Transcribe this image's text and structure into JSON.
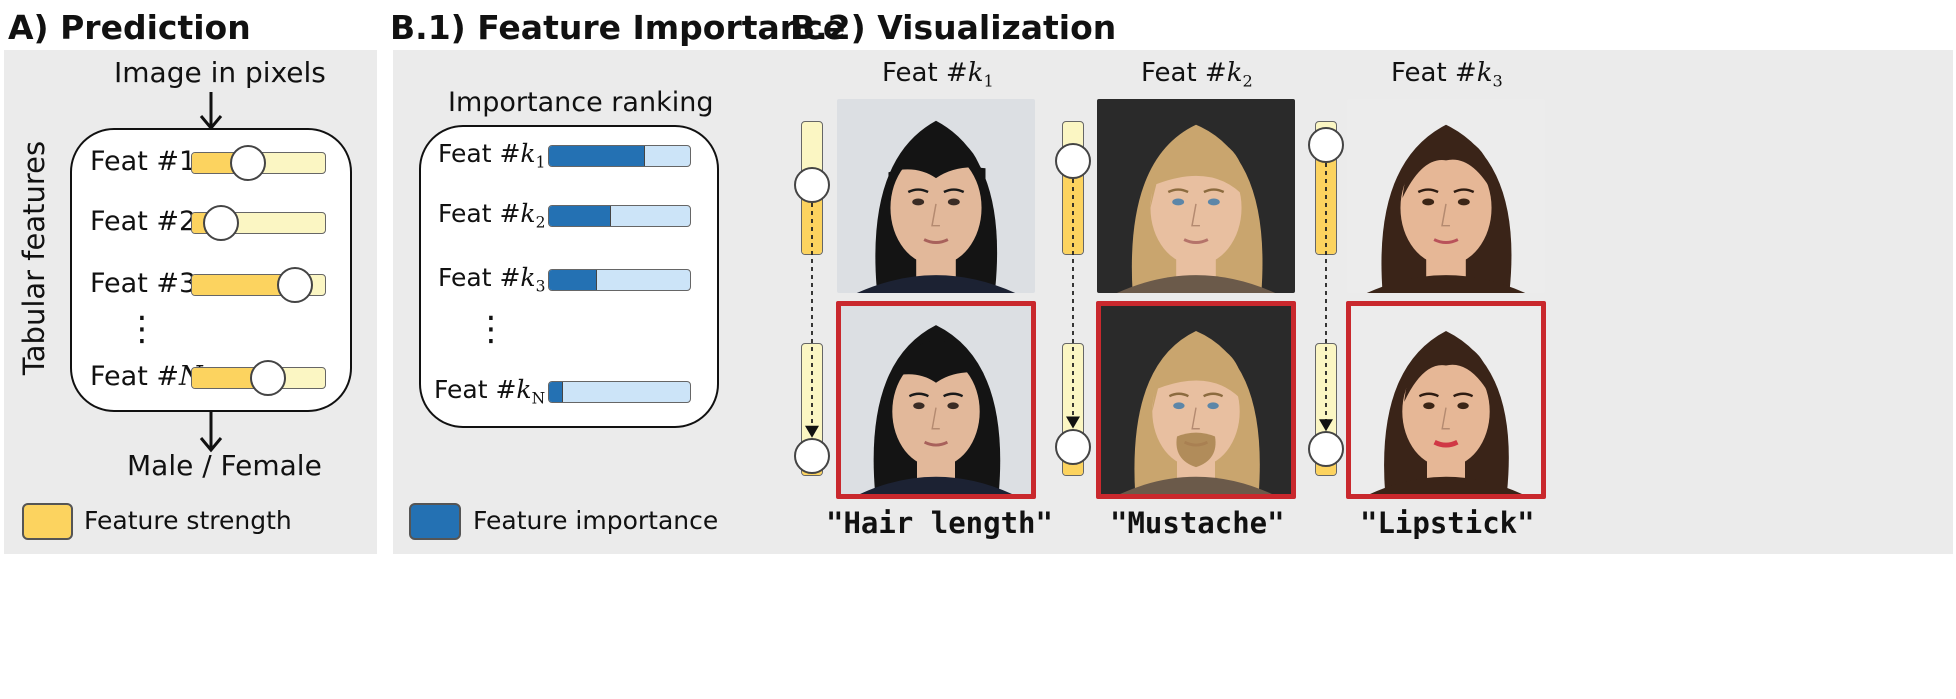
{
  "panel_a": {
    "title": "A) Prediction",
    "input_label": "Image in pixels",
    "side_label": "Tabular features",
    "features": [
      {
        "prefix": "Feat #",
        "idx": "1",
        "strength": 0.42
      },
      {
        "prefix": "Feat #",
        "idx": "2",
        "strength": 0.22
      },
      {
        "prefix": "Feat #",
        "idx": "3",
        "strength": 0.77
      },
      {
        "prefix": "Feat #",
        "idx": "N",
        "strength": 0.57
      }
    ],
    "ellipsis": "⋮",
    "output_label": "Male / Female",
    "legend_label": "Feature strength",
    "colors": {
      "strength_fill": "#fcd35f",
      "strength_track": "#fbf6c3"
    }
  },
  "panel_b1": {
    "title": "B.1) Feature Importance",
    "box_title": "Importance ranking",
    "features": [
      {
        "prefix": "Feat #",
        "var": "k",
        "sub": "1",
        "importance": 0.68
      },
      {
        "prefix": "Feat #",
        "var": "k",
        "sub": "2",
        "importance": 0.44
      },
      {
        "prefix": "Feat #",
        "var": "k",
        "sub": "3",
        "importance": 0.34
      },
      {
        "prefix": "Feat #",
        "var": "k",
        "sub": "N",
        "importance": 0.1
      }
    ],
    "ellipsis": "⋮",
    "legend_label": "Feature importance",
    "colors": {
      "importance_fill": "#2471b3",
      "importance_track": "#cce4f8"
    }
  },
  "panel_b2": {
    "title": "B.2) Visualization",
    "columns": [
      {
        "prefix": "Feat #",
        "var": "k",
        "sub": "1",
        "concept": "\"Hair length\"",
        "before": 0.48,
        "after": 0.85
      },
      {
        "prefix": "Feat #",
        "var": "k",
        "sub": "2",
        "concept": "\"Mustache\"",
        "before": 0.3,
        "after": 0.78
      },
      {
        "prefix": "Feat #",
        "var": "k",
        "sub": "3",
        "concept": "\"Lipstick\"",
        "before": 0.18,
        "after": 0.8
      }
    ],
    "colors": {
      "edited_frame": "#c9282d"
    }
  }
}
